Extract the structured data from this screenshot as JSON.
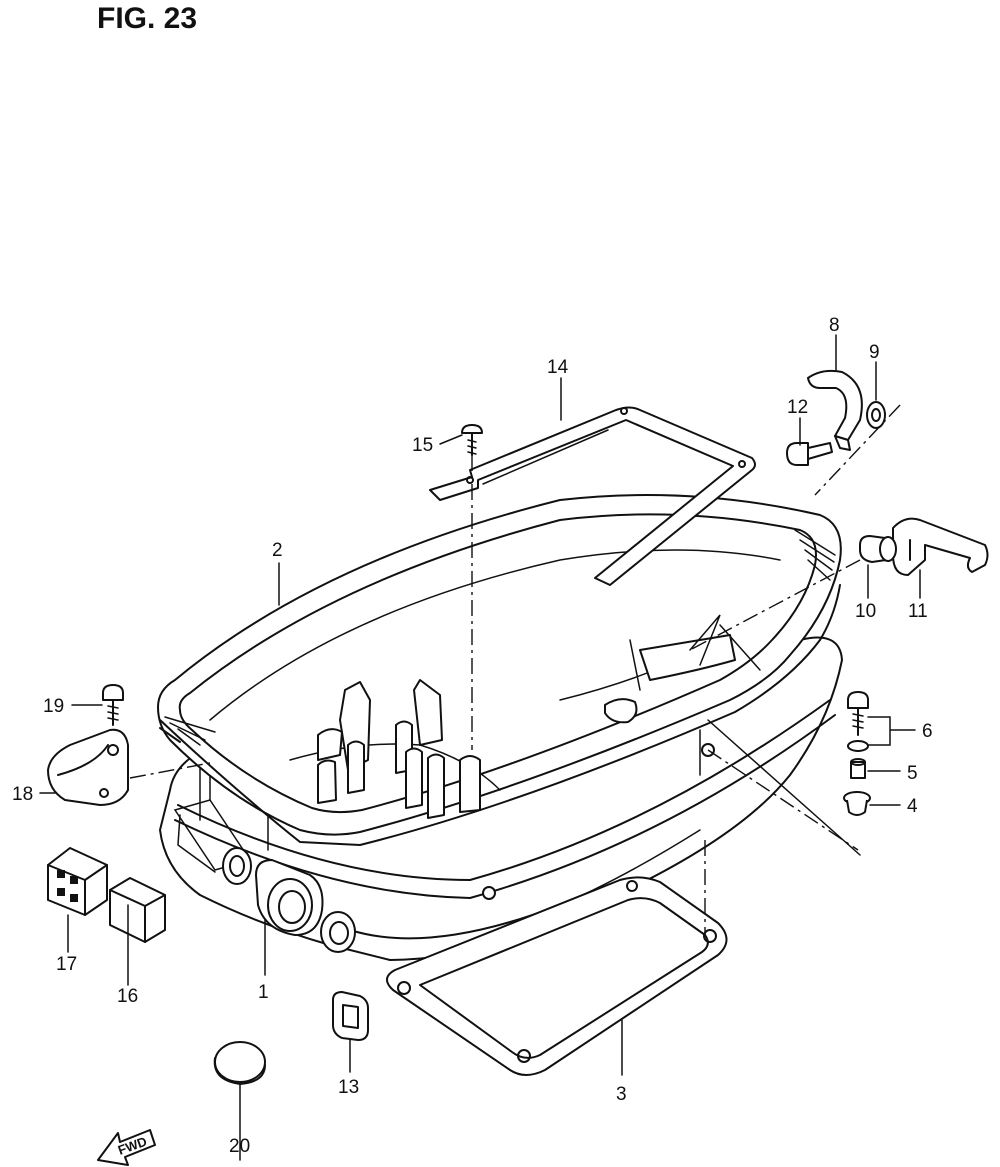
{
  "figure": {
    "title": "FIG. 23",
    "fwd_label": "FWD"
  },
  "callouts": [
    {
      "id": "p1",
      "label": "1"
    },
    {
      "id": "p2",
      "label": "2"
    },
    {
      "id": "p3",
      "label": "3"
    },
    {
      "id": "p4",
      "label": "4"
    },
    {
      "id": "p5",
      "label": "5"
    },
    {
      "id": "p6",
      "label": "6"
    },
    {
      "id": "p8",
      "label": "8"
    },
    {
      "id": "p9",
      "label": "9"
    },
    {
      "id": "p10",
      "label": "10"
    },
    {
      "id": "p11",
      "label": "11"
    },
    {
      "id": "p12",
      "label": "12"
    },
    {
      "id": "p13",
      "label": "13"
    },
    {
      "id": "p14",
      "label": "14"
    },
    {
      "id": "p15",
      "label": "15"
    },
    {
      "id": "p16",
      "label": "16"
    },
    {
      "id": "p17",
      "label": "17"
    },
    {
      "id": "p18",
      "label": "18"
    },
    {
      "id": "p19",
      "label": "19"
    },
    {
      "id": "p20",
      "label": "20"
    }
  ]
}
